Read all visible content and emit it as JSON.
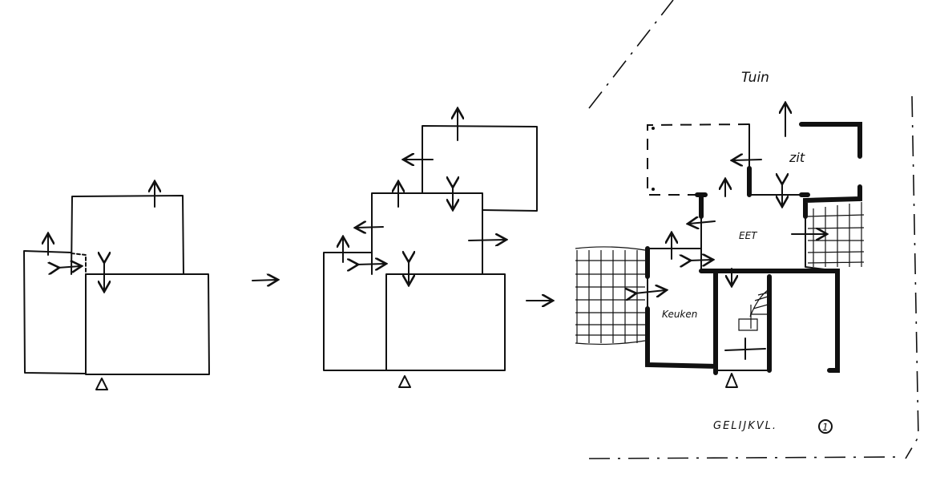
{
  "title": "Floor plan sketch - ground floor variants",
  "labels": {
    "garden": "Tuin",
    "sitting": "zit",
    "dining": "EET",
    "kitchen": "Keuken",
    "floor": "GELIJKVL.",
    "sheet_number": "1"
  },
  "stages": [
    "sketch-1",
    "sketch-2",
    "sketch-3"
  ]
}
